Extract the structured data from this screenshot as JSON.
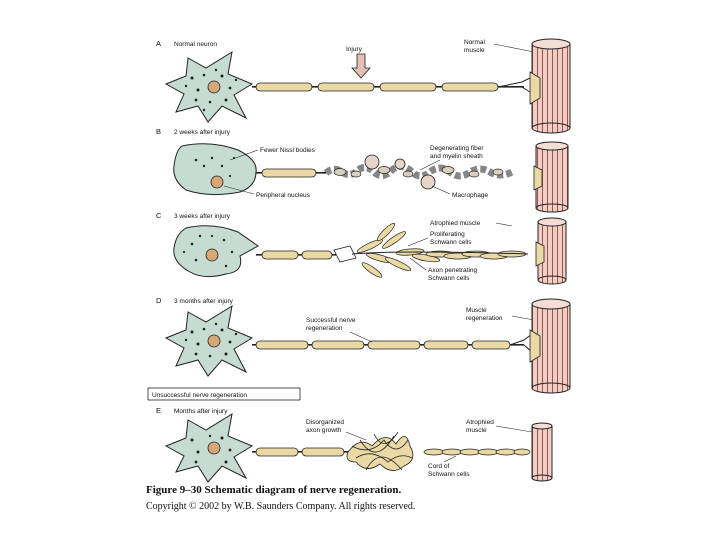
{
  "panels": [
    {
      "letter": "A",
      "title": "Normal neuron"
    },
    {
      "letter": "B",
      "title": "2 weeks after injury"
    },
    {
      "letter": "C",
      "title": "3 weeks after injury"
    },
    {
      "letter": "D",
      "title": "3 months after injury"
    },
    {
      "letter": "E",
      "title": "Months after injury"
    }
  ],
  "labels": {
    "injury": "Injury",
    "normal_muscle_1": "Normal",
    "normal_muscle_2": "muscle",
    "fewer_nissl": "Fewer Nissl bodies",
    "peripheral_nucleus": "Peripheral nucleus",
    "degenerating_1": "Degenerating fiber",
    "degenerating_2": "and myelin sheath",
    "macrophage": "Macrophage",
    "atrophied_muscle": "Atrophied muscle",
    "proliferating_1": "Proliferating",
    "proliferating_2": "Schwann cells",
    "axon_penetrating_1": "Axon penetrating",
    "axon_penetrating_2": "Schwann cells",
    "successful_1": "Successful nerve",
    "successful_2": "regeneration",
    "muscle_regen_1": "Muscle",
    "muscle_regen_2": "regeneration",
    "unsuccessful": "Unsuccessful nerve regeneration",
    "disorganized_1": "Disorganized",
    "disorganized_2": "axon growth",
    "atrophied_1": "Atrophied",
    "atrophied_2": "muscle",
    "cord_1": "Cord of",
    "cord_2": "Schwann cells"
  },
  "caption": "Figure 9–30 Schematic diagram of nerve regeneration.",
  "copyright": "Copyright © 2002 by W.B. Saunders Company. All rights reserved.",
  "colors": {
    "cell_body": "#c6dcd2",
    "nucleus": "#d6a878",
    "schwann": "#ead9a4",
    "muscle": "#f2cdc5",
    "muscle_line": "#8a4a3c",
    "outline": "#222222"
  }
}
